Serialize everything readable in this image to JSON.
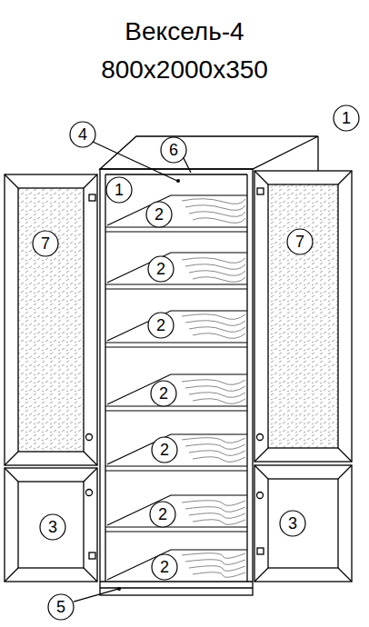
{
  "diagram": {
    "title": "Вексель-4",
    "nodes": [
      {
        "text": [
          "1"
        ]
      },
      {
        "text": [
          "4"
        ]
      },
      {
        "text": [
          "6"
        ]
      },
      {
        "text": [
          "1"
        ]
      },
      {
        "text": [
          "2"
        ]
      },
      {
        "text": [
          "7"
        ]
      },
      {
        "text": [
          "7"
        ]
      },
      {
        "text": [
          "2"
        ]
      },
      {
        "text": [
          "2"
        ]
      },
      {
        "text": [
          "2"
        ]
      },
      {
        "text": [
          "2"
        ]
      },
      {
        "text": [
          "2"
        ]
      },
      {
        "text": [
          "3"
        ]
      },
      {
        "text": [
          "3"
        ]
      },
      {
        "text": [
          "2"
        ]
      },
      {
        "text": [
          "5"
        ]
      }
    ],
    "labels": [
      "800x2000x350"
    ]
  }
}
